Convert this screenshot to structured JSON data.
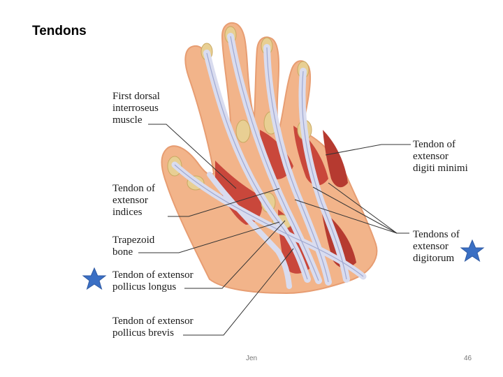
{
  "slide": {
    "title": "Tendons",
    "footer_center": "Jen",
    "page_number": "46"
  },
  "labels": {
    "first_dorsal": [
      "First dorsal",
      "interroseus",
      "muscle"
    ],
    "ext_indices": [
      "Tendon of",
      "extensor",
      "indices"
    ],
    "trapezoid": [
      "Trapezoid",
      "bone"
    ],
    "epl": [
      "Tendon of extensor",
      "pollicus longus"
    ],
    "epb": [
      "Tendon of extensor",
      "pollicus brevis"
    ],
    "edm": [
      "Tendon of",
      "extensor",
      "digiti minimi"
    ],
    "ed": [
      "Tendons of",
      "extensor",
      "digitorum"
    ]
  },
  "icons": {
    "star_color": "#3a6fc4",
    "star_icon": "star-icon"
  },
  "colors": {
    "skin": "#f2b48a",
    "muscle": "#c9473b",
    "tendon": "#d9dcef",
    "bone": "#e8cf93",
    "leader": "#333333"
  }
}
